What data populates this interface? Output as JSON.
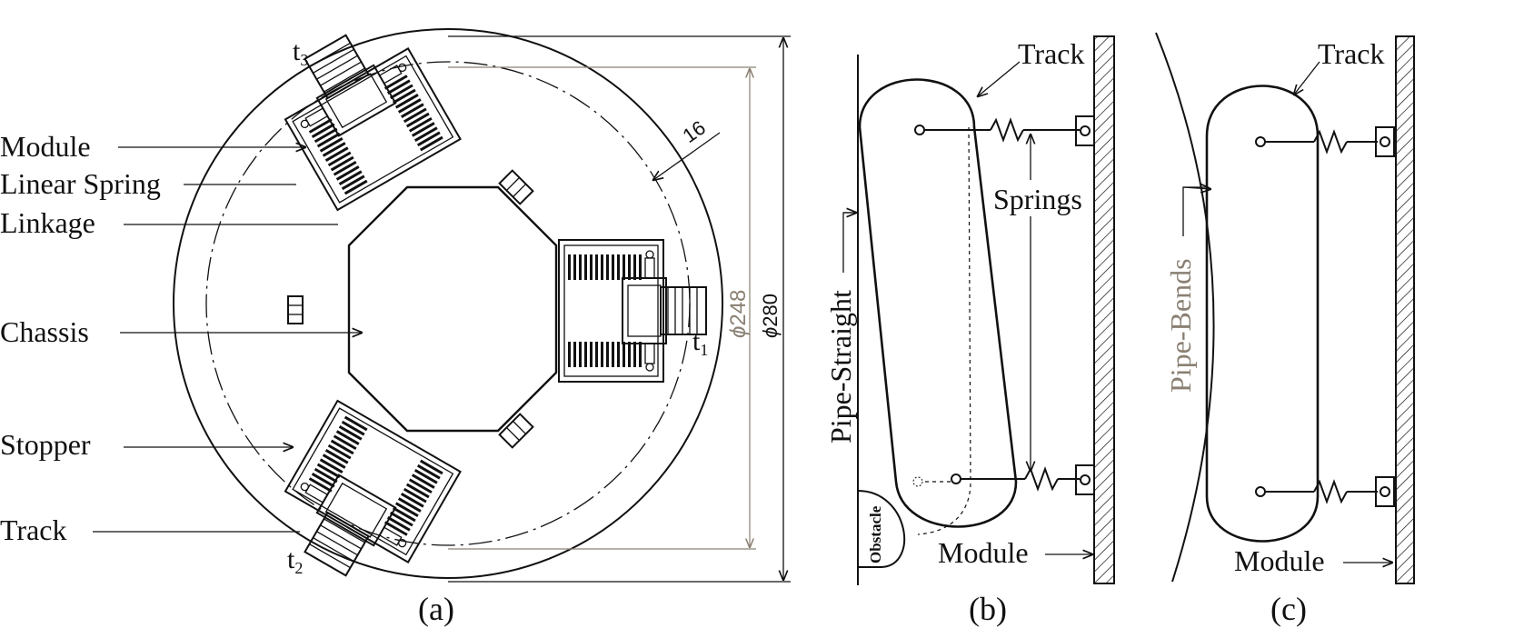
{
  "panel_a": {
    "labels": {
      "module": "Module",
      "linear_spring": "Linear Spring",
      "linkage": "Linkage",
      "chassis": "Chassis",
      "stopper": "Stopper",
      "track": "Track"
    },
    "track_tags": {
      "t1": "t",
      "t1_sub": "1",
      "t2": "t",
      "t2_sub": "2",
      "t3": "t",
      "t3_sub": "3"
    },
    "dims": {
      "outer": "280",
      "inner": "248",
      "clearance": "16",
      "diameter_symbol": "ϕ"
    },
    "caption": "(a)"
  },
  "panel_b": {
    "labels": {
      "track": "Track",
      "springs": "Springs",
      "pipe": "Pipe-Straight",
      "obstacle": "Obstacle",
      "module": "Module"
    },
    "caption": "(b)"
  },
  "panel_c": {
    "labels": {
      "track": "Track",
      "pipe": "Pipe-Bends",
      "module": "Module"
    },
    "caption": "(c)"
  },
  "colors": {
    "ink": "#111111",
    "dim_gray": "#8a8073"
  }
}
